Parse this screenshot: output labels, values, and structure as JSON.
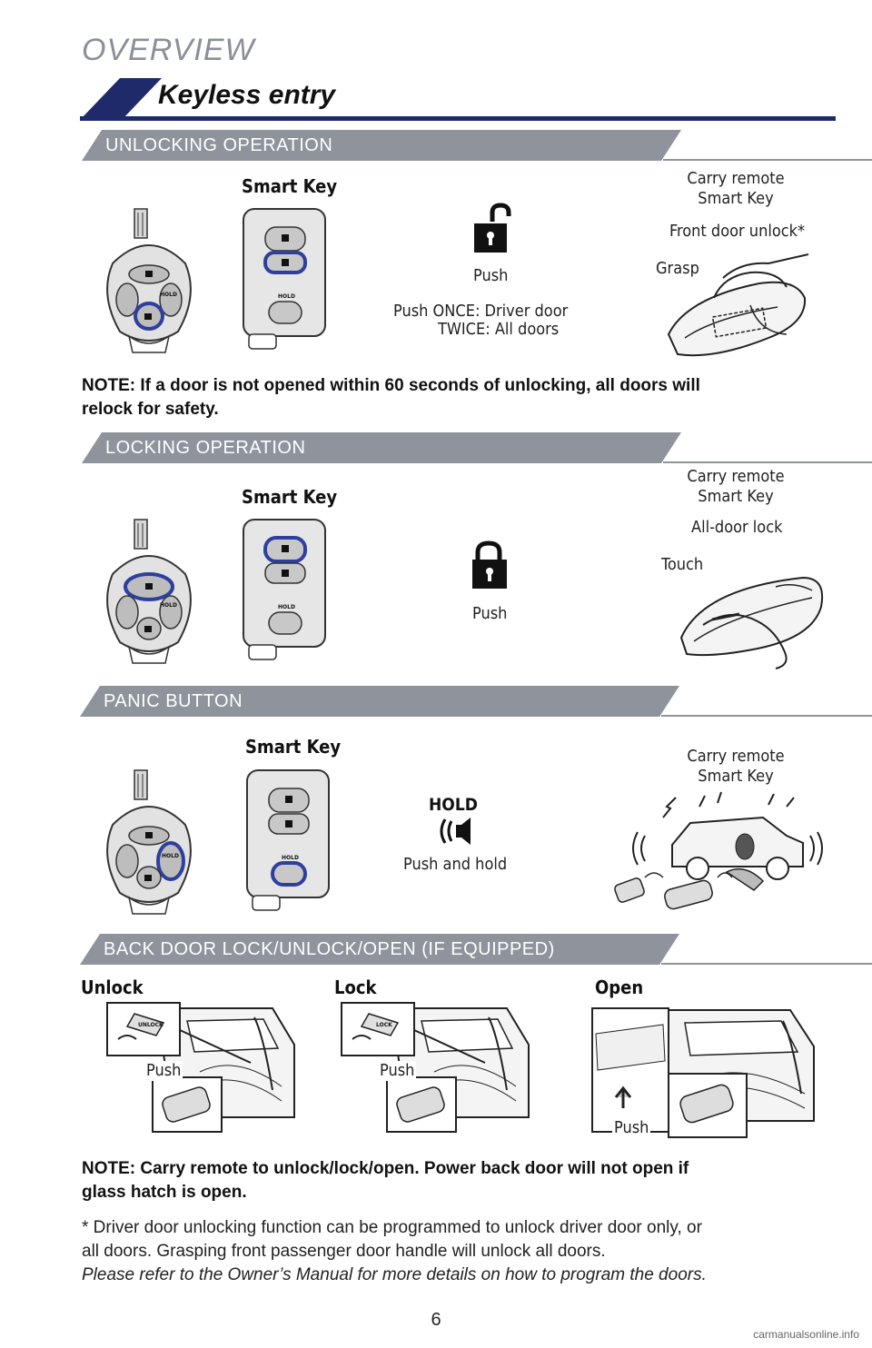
{
  "header": {
    "overview": "OVERVIEW",
    "title": "Keyless entry"
  },
  "sections": {
    "unlocking": {
      "heading": "UNLOCKING OPERATION",
      "smart_key_label": "Smart Key",
      "push_label": "Push",
      "push_once": "Push  ONCE: Driver door",
      "push_twice": "TWICE: All doors",
      "carry_remote_1": "Carry remote",
      "carry_remote_2": "Smart Key",
      "front_door": "Front door unlock*",
      "grasp": "Grasp",
      "note_1": "NOTE: If a door is not opened within 60 seconds of unlocking, all doors will",
      "note_2": "relock for safety."
    },
    "locking": {
      "heading": "LOCKING OPERATION",
      "smart_key_label": "Smart Key",
      "push_label": "Push",
      "carry_remote_1": "Carry remote",
      "carry_remote_2": "Smart Key",
      "all_door_lock": "All-door lock",
      "touch": "Touch"
    },
    "panic": {
      "heading": "PANIC BUTTON",
      "smart_key_label": "Smart Key",
      "hold_label": "HOLD",
      "push_and_hold": "Push and hold",
      "carry_remote_1": "Carry remote",
      "carry_remote_2": "Smart Key"
    },
    "back_door": {
      "heading": "BACK DOOR LOCK/UNLOCK/OPEN (IF EQUIPPED)",
      "unlock": "Unlock",
      "lock": "Lock",
      "open": "Open",
      "push": "Push",
      "unlock_button_text": "UNLOCK",
      "lock_button_text": "LOCK",
      "note_1": "NOTE: Carry remote to unlock/lock/open. Power back door will not open if",
      "note_2": "glass hatch is open."
    }
  },
  "key_labels": {
    "hold": "HOLD"
  },
  "footnote": {
    "line_1": "* Driver door unlocking function can be programmed to unlock driver door only, or",
    "line_2": "all doors. Grasping front passenger door handle will unlock all doors.",
    "line_3": "Please refer to the Owner’s Manual for more details on how to program the doors."
  },
  "page_number": "6",
  "watermark": "carmanualsonline.info",
  "colors": {
    "accent": "#1f2a6b",
    "band": "#8f939b",
    "highlight": "#2e3f9e"
  }
}
